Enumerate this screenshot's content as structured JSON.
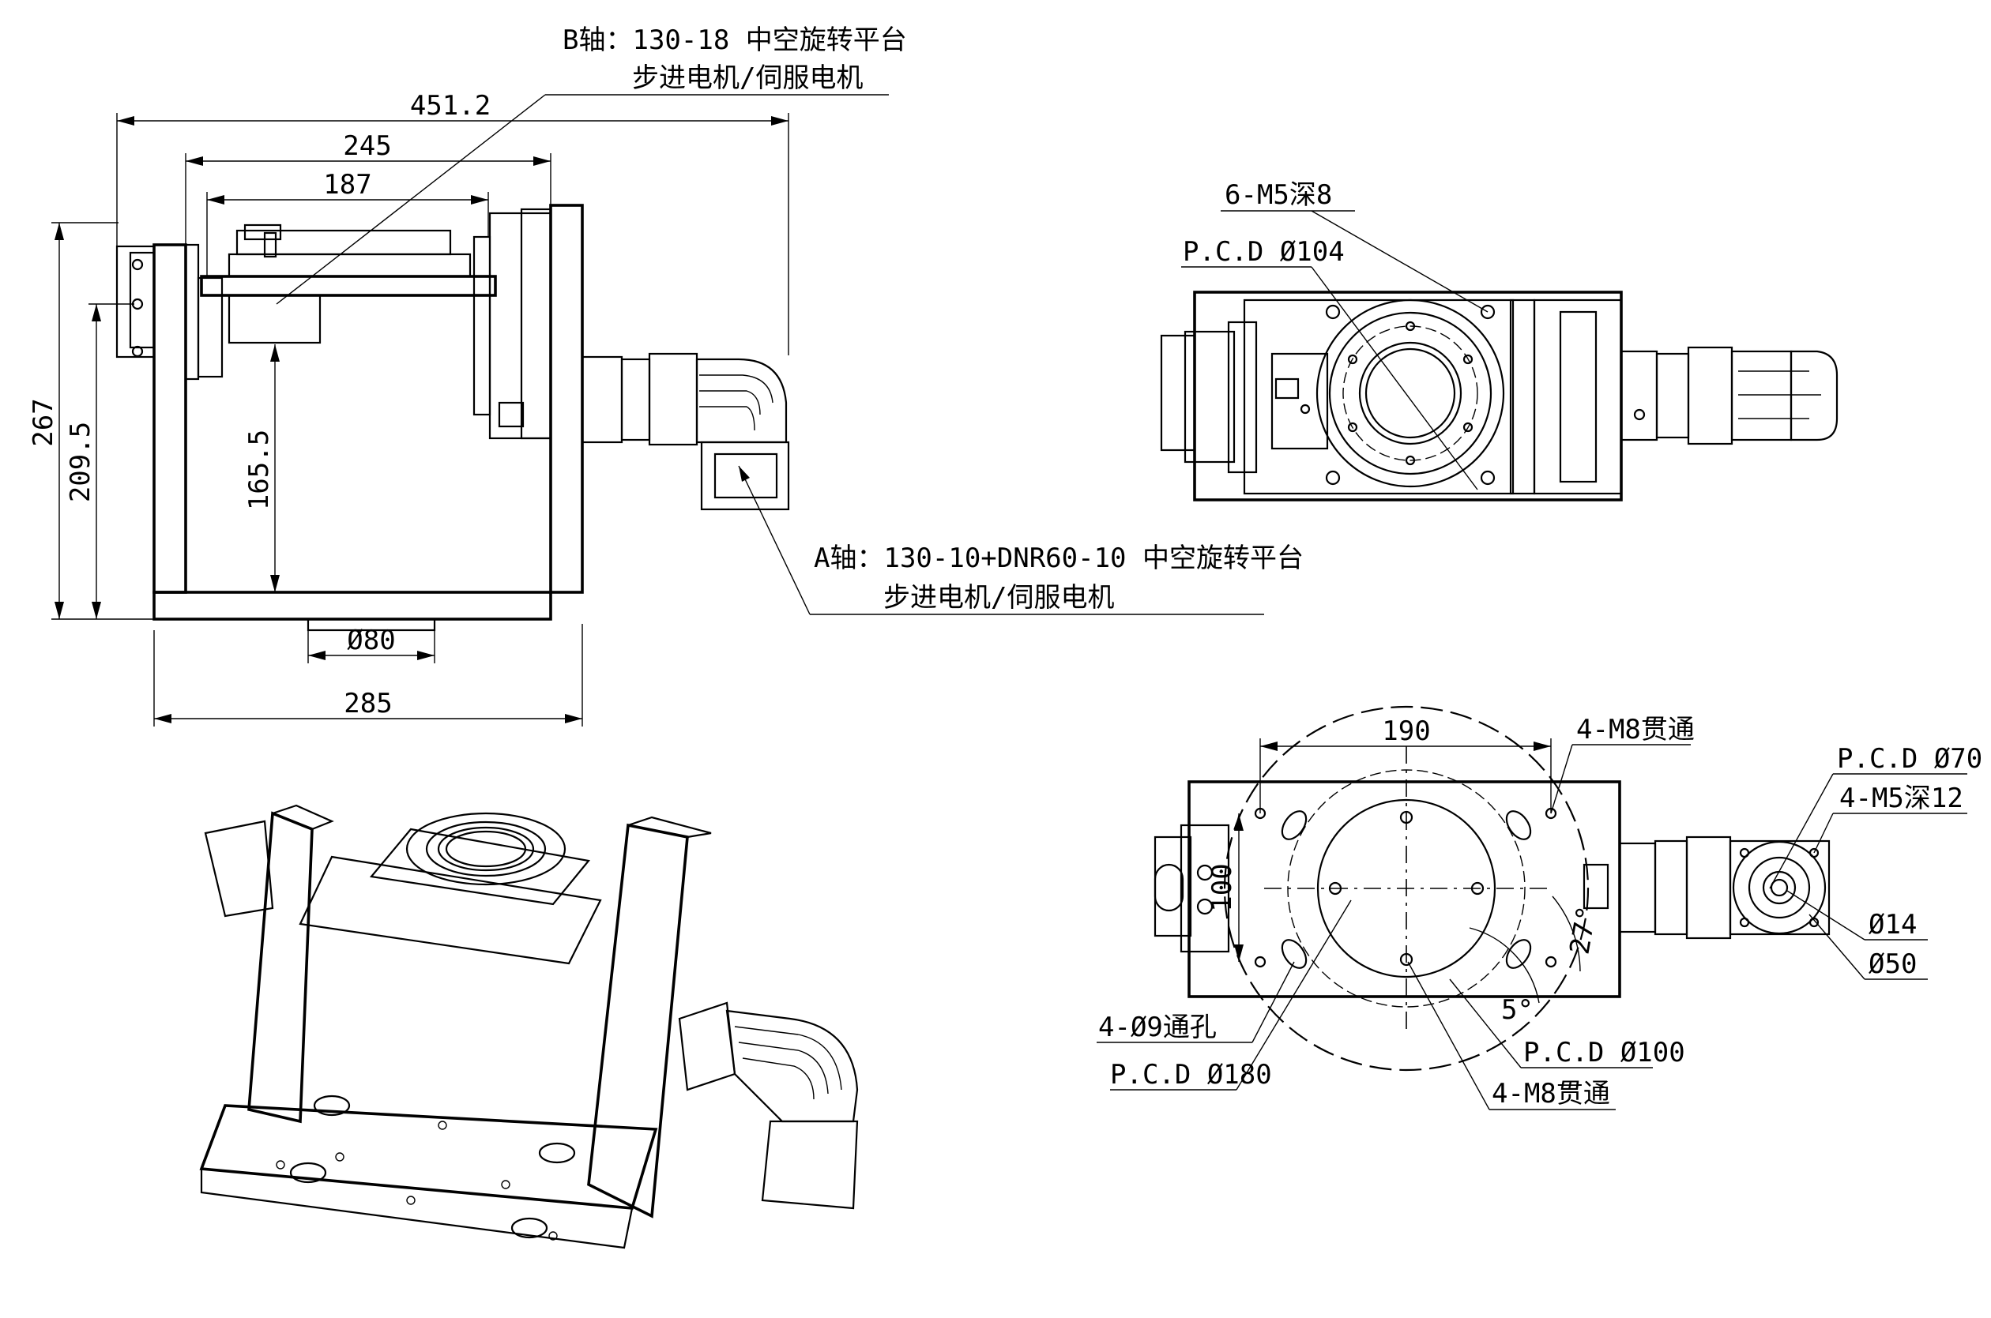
{
  "side_view": {
    "dims": {
      "overall_length": "451.2",
      "b_len": "245",
      "c_len": "187",
      "height_total": "267",
      "height_mid": "209.5",
      "height_inner": "165.5",
      "base_dia": "Ø80",
      "base_width": "285"
    },
    "callout_b": {
      "line1": "B轴：130-18 中空旋转平台",
      "line2": "步进电机/伺服电机"
    },
    "callout_a": {
      "line1": "A轴：130-10+DNR60-10 中空旋转平台",
      "line2": "步进电机/伺服电机"
    }
  },
  "top_view": {
    "labels": {
      "holes": "6-M5深8",
      "pcd": "P.C.D Ø104"
    }
  },
  "bottom_view": {
    "dims": {
      "width": "190",
      "height": "100",
      "angle_small": "5°",
      "angle_large": "27°"
    },
    "labels": {
      "m8_top": "4-M8贯通",
      "m8_bottom": "4-M8贯通",
      "thru_holes": "4-Ø9通孔",
      "pcd_180": "P.C.D Ø180",
      "pcd_100": "P.C.D Ø100",
      "pcd_70": "P.C.D Ø70",
      "m5_depth": "4-M5深12",
      "d14": "Ø14",
      "d50": "Ø50"
    }
  }
}
